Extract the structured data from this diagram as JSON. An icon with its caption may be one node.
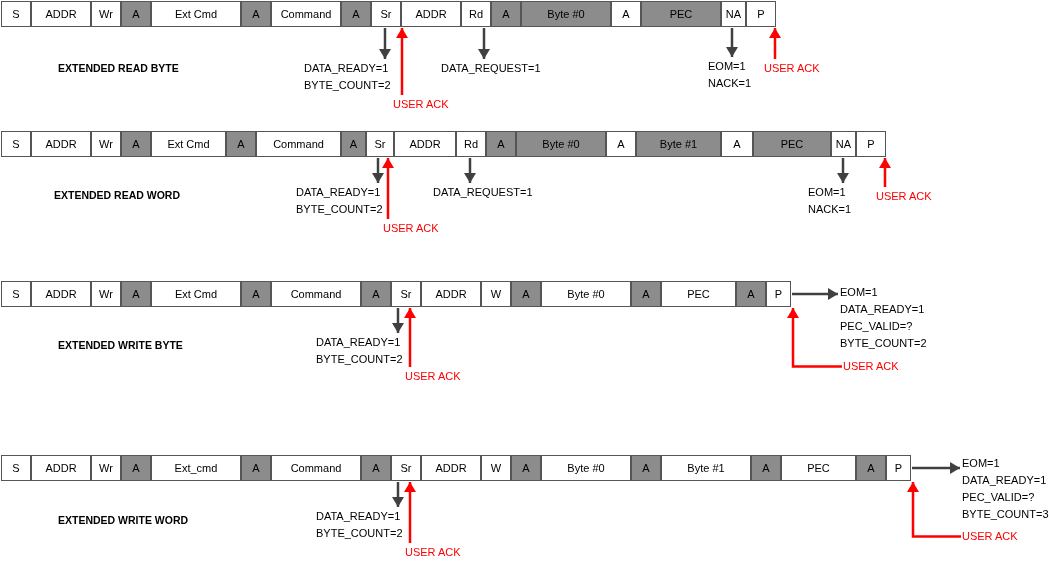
{
  "diagram": {
    "nodes": [
      {
        "text": [
          "S"
        ]
      },
      {
        "text": [
          "ADDR"
        ]
      },
      {
        "text": [
          "Wr"
        ]
      },
      {
        "text": [
          "A"
        ]
      },
      {
        "text": [
          "Ext Cmd"
        ]
      },
      {
        "text": [
          "A"
        ]
      },
      {
        "text": [
          "Command"
        ]
      },
      {
        "text": [
          "A"
        ]
      },
      {
        "text": [
          "Sr"
        ]
      },
      {
        "text": [
          "ADDR"
        ]
      },
      {
        "text": [
          "Rd"
        ]
      },
      {
        "text": [
          "A"
        ]
      },
      {
        "text": [
          "Byte #0"
        ]
      },
      {
        "text": [
          "A"
        ]
      },
      {
        "text": [
          "PEC"
        ]
      },
      {
        "text": [
          "NA"
        ]
      },
      {
        "text": [
          "P"
        ]
      },
      {
        "text": [
          "DATA_READY=1",
          "BYTE_COUNT=2"
        ]
      },
      {
        "text": [
          "USER ACK"
        ]
      },
      {
        "text": [
          "DATA_REQUEST=1"
        ]
      },
      {
        "text": [
          "EOM=1",
          "NACK=1"
        ]
      },
      {
        "text": [
          "USER ACK"
        ]
      },
      {
        "text": [
          "S"
        ]
      },
      {
        "text": [
          "ADDR"
        ]
      },
      {
        "text": [
          "Wr"
        ]
      },
      {
        "text": [
          "A"
        ]
      },
      {
        "text": [
          "Ext Cmd"
        ]
      },
      {
        "text": [
          "A"
        ]
      },
      {
        "text": [
          "Command"
        ]
      },
      {
        "text": [
          "A"
        ]
      },
      {
        "text": [
          "Sr"
        ]
      },
      {
        "text": [
          "ADDR"
        ]
      },
      {
        "text": [
          "Rd"
        ]
      },
      {
        "text": [
          "A"
        ]
      },
      {
        "text": [
          "Byte #0"
        ]
      },
      {
        "text": [
          "A"
        ]
      },
      {
        "text": [
          "Byte #1"
        ]
      },
      {
        "text": [
          "A"
        ]
      },
      {
        "text": [
          "PEC"
        ]
      },
      {
        "text": [
          "NA"
        ]
      },
      {
        "text": [
          "P"
        ]
      },
      {
        "text": [
          "DATA_READY=1",
          "BYTE_COUNT=2"
        ]
      },
      {
        "text": [
          "USER ACK"
        ]
      },
      {
        "text": [
          "DATA_REQUEST=1"
        ]
      },
      {
        "text": [
          "EOM=1",
          "NACK=1"
        ]
      },
      {
        "text": [
          "USER ACK"
        ]
      },
      {
        "text": [
          "S"
        ]
      },
      {
        "text": [
          "ADDR"
        ]
      },
      {
        "text": [
          "Wr"
        ]
      },
      {
        "text": [
          "A"
        ]
      },
      {
        "text": [
          "Ext Cmd"
        ]
      },
      {
        "text": [
          "A"
        ]
      },
      {
        "text": [
          "Command"
        ]
      },
      {
        "text": [
          "A"
        ]
      },
      {
        "text": [
          "Sr"
        ]
      },
      {
        "text": [
          "ADDR"
        ]
      },
      {
        "text": [
          "W"
        ]
      },
      {
        "text": [
          "A"
        ]
      },
      {
        "text": [
          "Byte #0"
        ]
      },
      {
        "text": [
          "A"
        ]
      },
      {
        "text": [
          "PEC"
        ]
      },
      {
        "text": [
          "A"
        ]
      },
      {
        "text": [
          "P"
        ]
      },
      {
        "text": [
          "EOM=1",
          "DATA_READY=1",
          "PEC_VALID=?",
          "BYTE_COUNT=2"
        ]
      },
      {
        "text": [
          "DATA_READY=1",
          "BYTE_COUNT=2"
        ]
      },
      {
        "text": [
          "USER ACK"
        ]
      },
      {
        "text": [
          "USER ACK"
        ]
      },
      {
        "text": [
          "S"
        ]
      },
      {
        "text": [
          "ADDR"
        ]
      },
      {
        "text": [
          "Wr"
        ]
      },
      {
        "text": [
          "A"
        ]
      },
      {
        "text": [
          "Ext_cmd"
        ]
      },
      {
        "text": [
          "A"
        ]
      },
      {
        "text": [
          "Command"
        ]
      },
      {
        "text": [
          "A"
        ]
      },
      {
        "text": [
          "Sr"
        ]
      },
      {
        "text": [
          "ADDR"
        ]
      },
      {
        "text": [
          "W"
        ]
      },
      {
        "text": [
          "A"
        ]
      },
      {
        "text": [
          "Byte #0"
        ]
      },
      {
        "text": [
          "A"
        ]
      },
      {
        "text": [
          "Byte #1"
        ]
      },
      {
        "text": [
          "A"
        ]
      },
      {
        "text": [
          "PEC"
        ]
      },
      {
        "text": [
          "A"
        ]
      },
      {
        "text": [
          "P"
        ]
      },
      {
        "text": [
          "EOM=1",
          "DATA_READY=1",
          "PEC_VALID=?",
          "BYTE_COUNT=3"
        ]
      },
      {
        "text": [
          "DATA_READY=1",
          "BYTE_COUNT=2"
        ]
      },
      {
        "text": [
          "USER ACK"
        ]
      },
      {
        "text": [
          "USER ACK"
        ]
      }
    ],
    "edges": [
      {
        "from": 8,
        "to": 17,
        "arrow": "to"
      },
      {
        "from": 18,
        "to": 8,
        "arrow": "to",
        "color": "#ff0000"
      },
      {
        "from": 10,
        "to": 19,
        "arrow": "to"
      },
      {
        "from": 15,
        "to": 20,
        "arrow": "to"
      },
      {
        "from": 21,
        "to": 16,
        "arrow": "to",
        "color": "#ff0000"
      },
      {
        "from": 30,
        "to": 41,
        "arrow": "to"
      },
      {
        "from": 42,
        "to": 30,
        "arrow": "to",
        "color": "#ff0000"
      },
      {
        "from": 32,
        "to": 43,
        "arrow": "to"
      },
      {
        "from": 39,
        "to": 44,
        "arrow": "to"
      },
      {
        "from": 45,
        "to": 40,
        "arrow": "to",
        "color": "#ff0000"
      },
      {
        "from": 62,
        "to": 63,
        "arrow": "to"
      },
      {
        "from": 54,
        "to": 64,
        "arrow": "to"
      },
      {
        "from": 65,
        "to": 54,
        "arrow": "to",
        "color": "#ff0000"
      },
      {
        "from": 66,
        "to": 62,
        "arrow": "to",
        "color": "#ff0000"
      },
      {
        "from": 85,
        "to": 86,
        "arrow": "to"
      },
      {
        "from": 75,
        "to": 87,
        "arrow": "to"
      },
      {
        "from": 88,
        "to": 75,
        "arrow": "to",
        "color": "#ff0000"
      },
      {
        "from": 89,
        "to": 85,
        "arrow": "to",
        "color": "#ff0000"
      }
    ],
    "labels": [
      "EXTENDED READ BYTE",
      "EXTENDED READ WORD",
      "EXTENDED WRITE BYTE",
      "EXTENDED WRITE WORD"
    ]
  }
}
